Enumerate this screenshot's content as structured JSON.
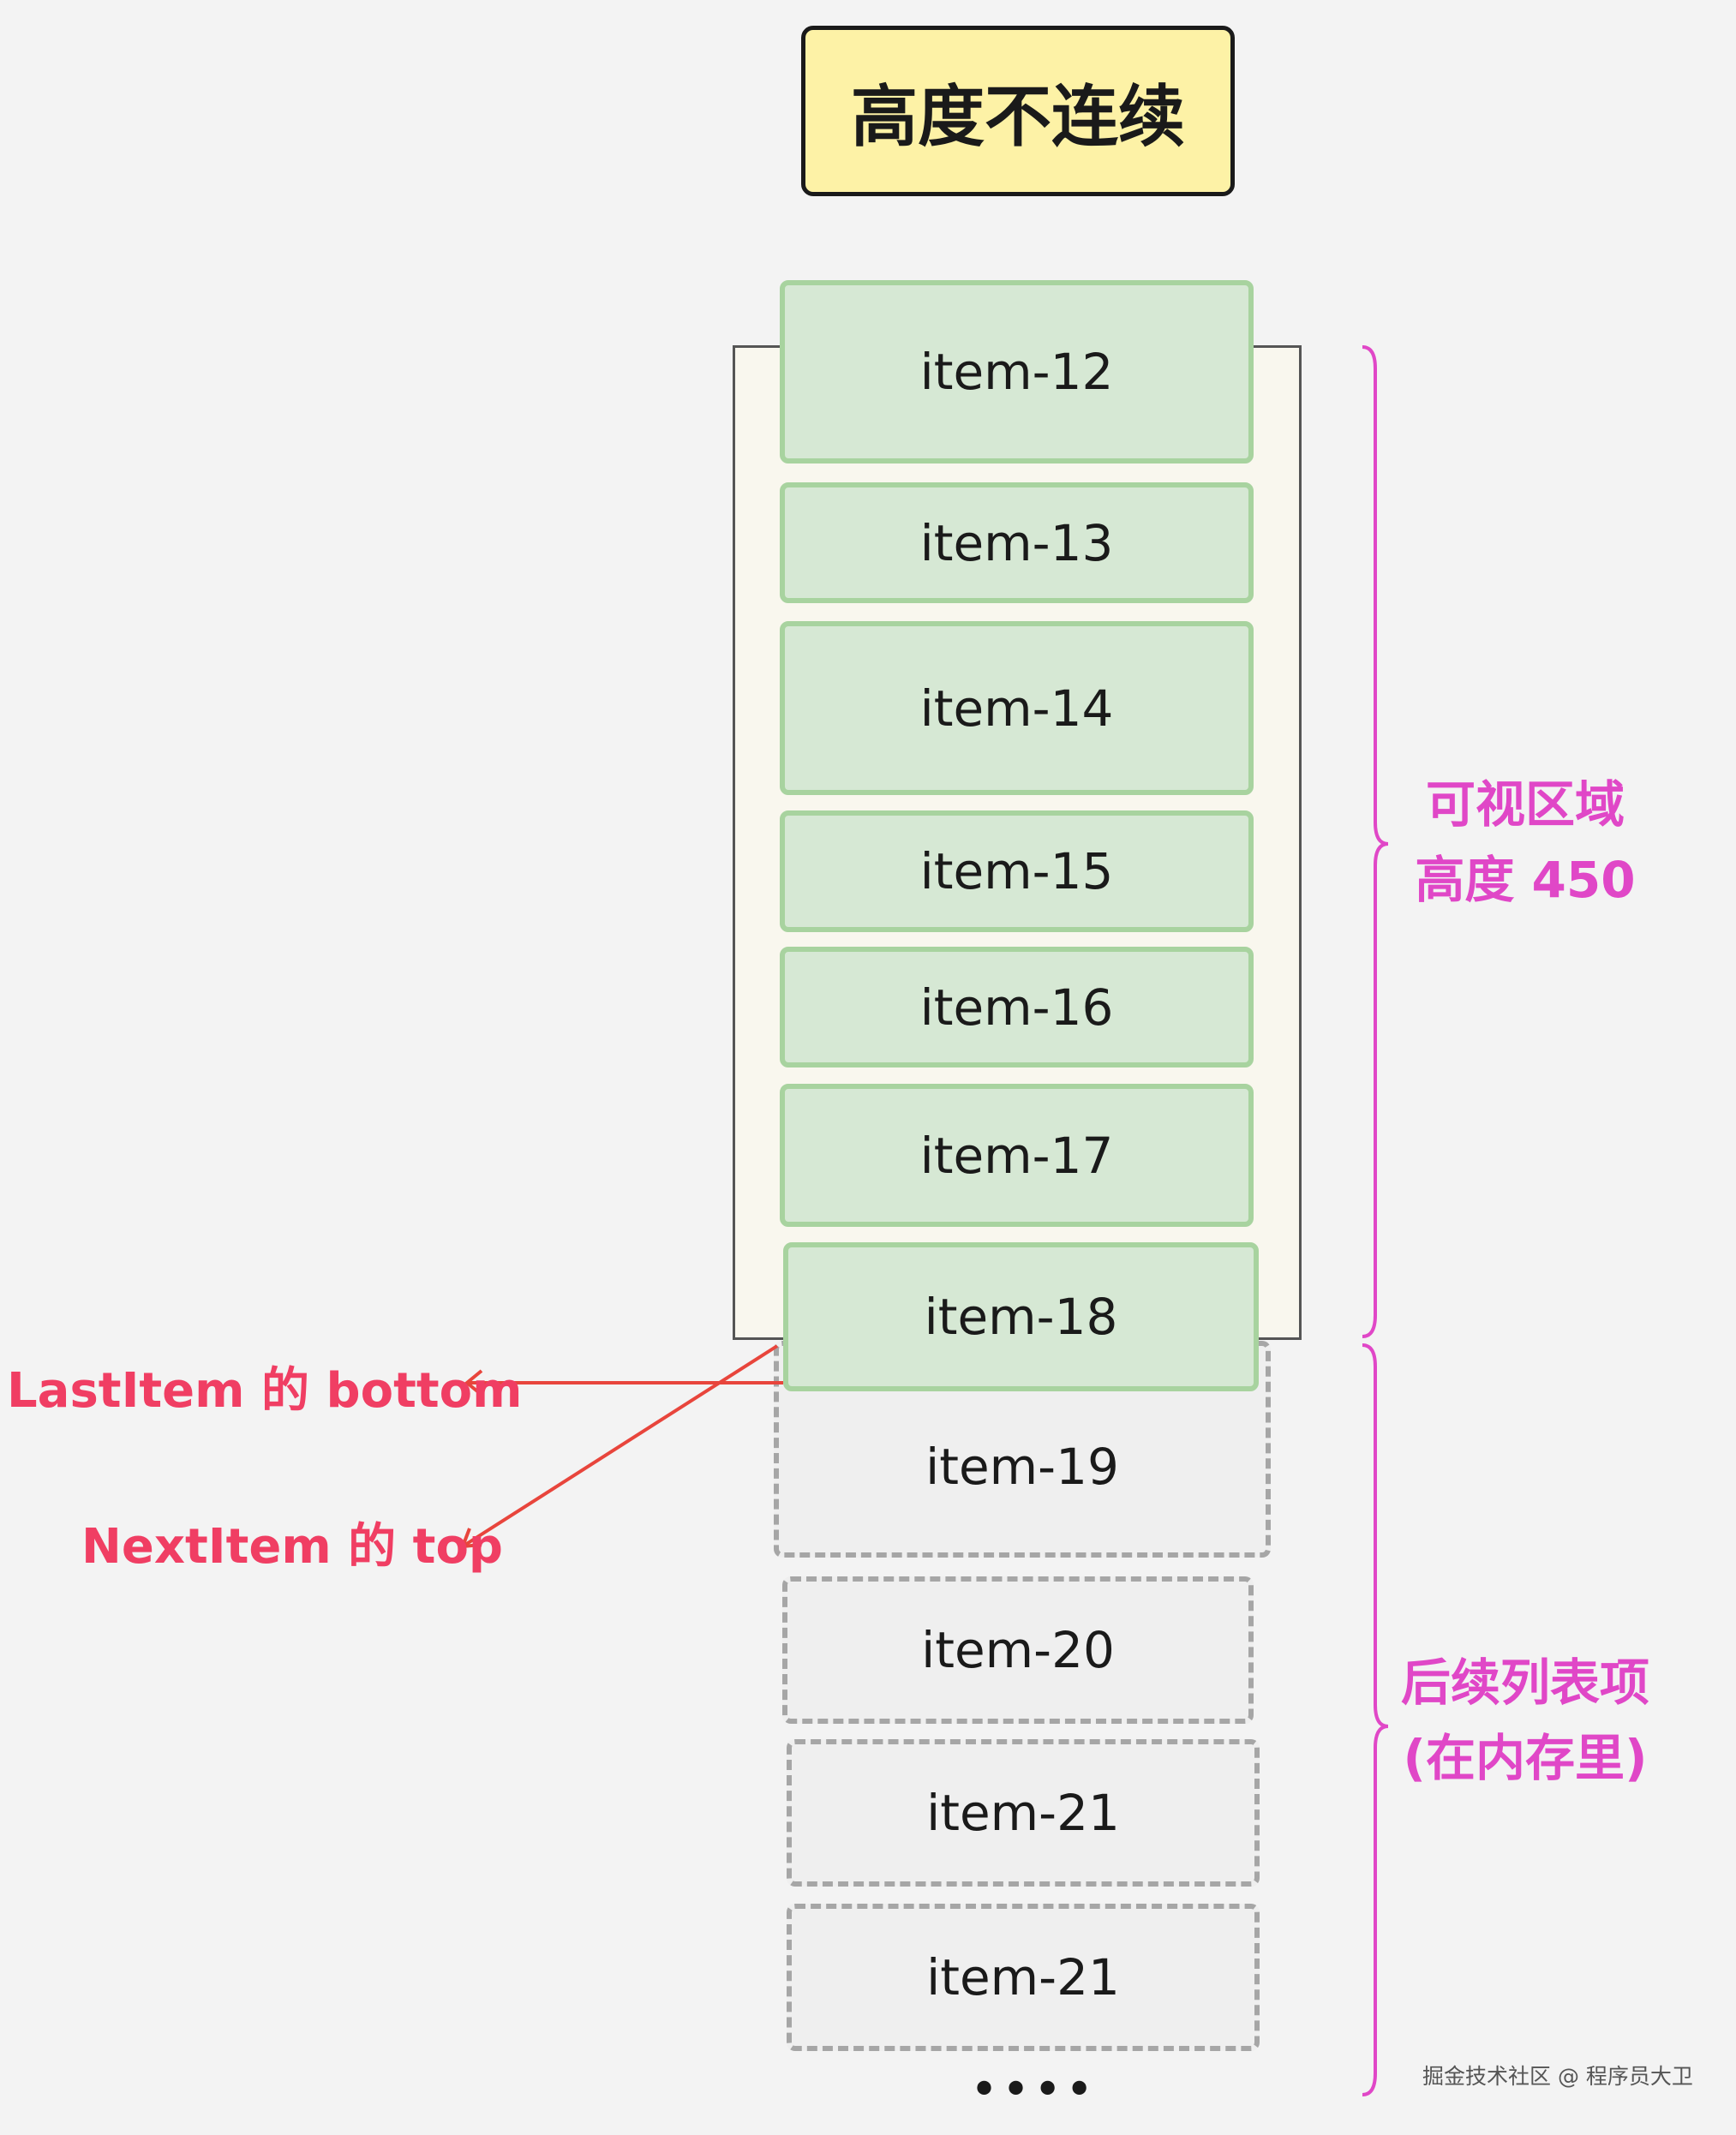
{
  "title": "高度不连续",
  "visible_items": [
    "item-12",
    "item-13",
    "item-14",
    "item-15",
    "item-16",
    "item-17",
    "item-18"
  ],
  "buffered_items": [
    "item-19",
    "item-20",
    "item-21",
    "item-21"
  ],
  "more_indicator": "••••",
  "viewport_label": [
    "可视区域",
    "高度 450"
  ],
  "buffer_label": [
    "后续列表项",
    "(在内存里)"
  ],
  "annotations": {
    "last_item_bottom": "LastItem 的 bottom",
    "next_item_top": "NextItem 的 top"
  },
  "watermark": "掘金技术社区 @ 程序员大卫",
  "colors": {
    "title_fill": "#fdf2a6",
    "visible_item_fill": "#d6e8d4",
    "visible_item_border": "#a8d39f",
    "buffered_item_border": "#a6a6a6",
    "brace_color": "#e047c7",
    "arrow_color": "#e8453c",
    "annotation_text": "#f03e63"
  }
}
